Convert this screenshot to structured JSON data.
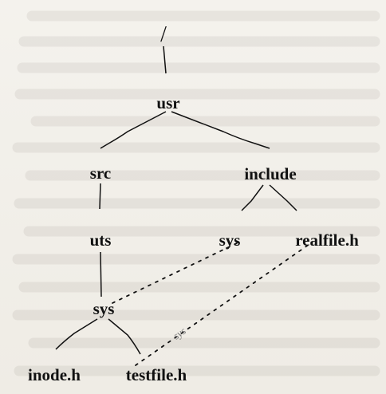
{
  "diagram": {
    "root": "/",
    "usr": "usr",
    "src": "src",
    "include": "include",
    "uts": "uts",
    "sys_include": "sys",
    "realfile": "realfile.h",
    "sys_src": "sys",
    "inode": "inode.h",
    "testfile": "testfile.h",
    "edge_label": "sys"
  },
  "colors": {
    "paper": "#f3f1ec",
    "ink": "#111111",
    "faint_label": "#777777"
  }
}
